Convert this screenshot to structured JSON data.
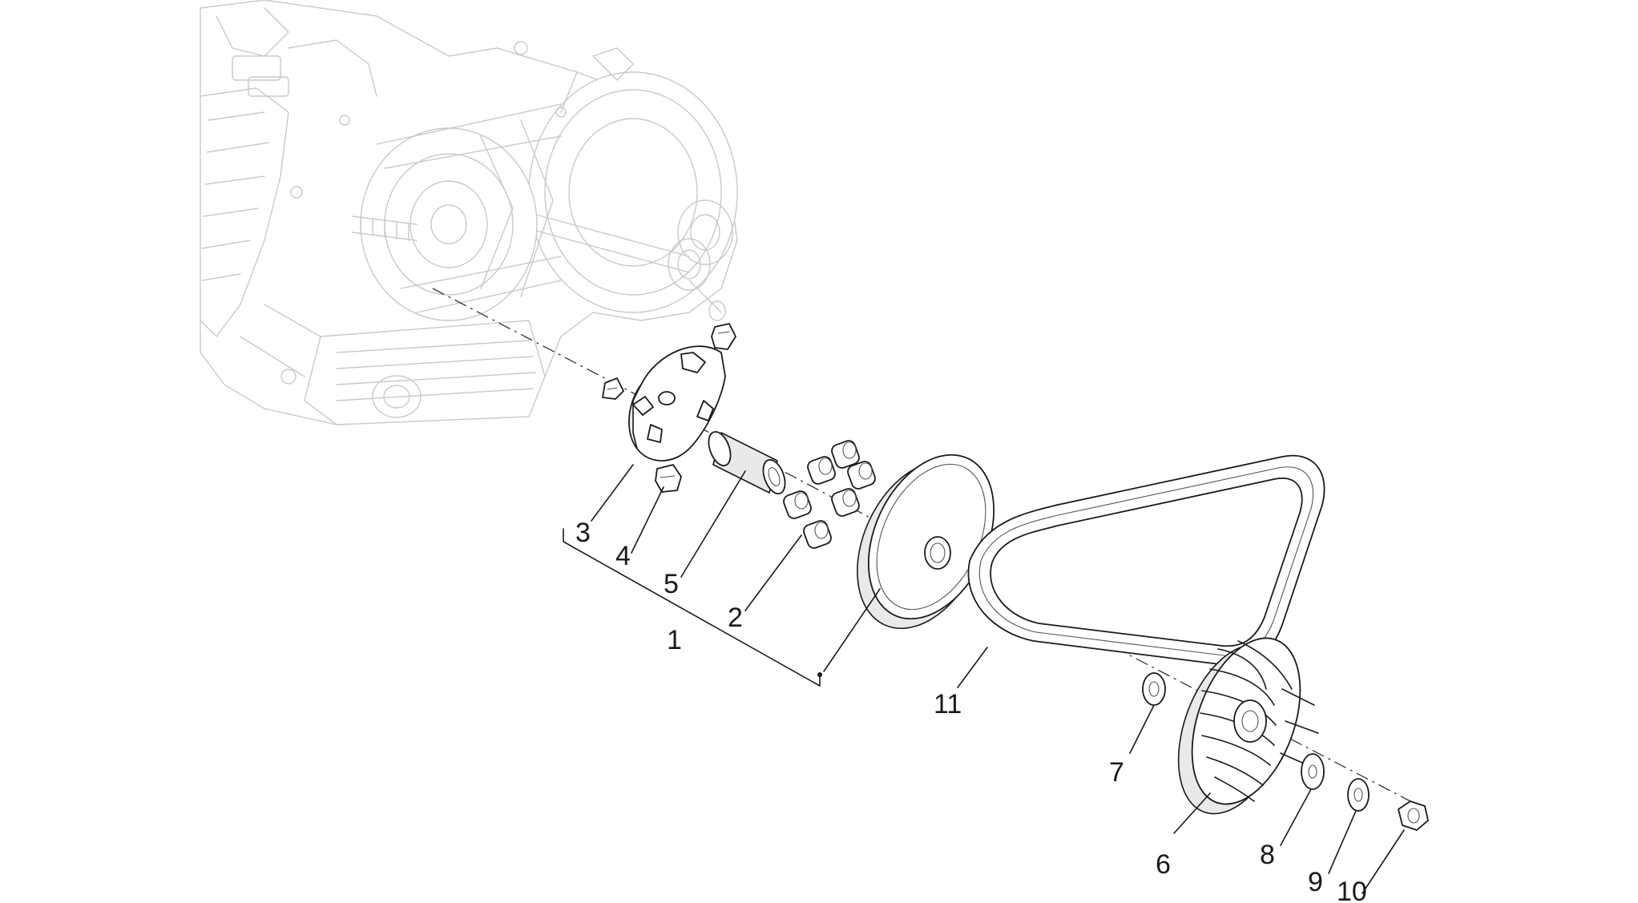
{
  "diagram": {
    "callouts": [
      {
        "id": "1",
        "label": "1"
      },
      {
        "id": "2",
        "label": "2"
      },
      {
        "id": "3",
        "label": "3"
      },
      {
        "id": "4",
        "label": "4"
      },
      {
        "id": "5",
        "label": "5"
      },
      {
        "id": "6",
        "label": "6"
      },
      {
        "id": "7",
        "label": "7"
      },
      {
        "id": "8",
        "label": "8"
      },
      {
        "id": "9",
        "label": "9"
      },
      {
        "id": "10",
        "label": "10"
      },
      {
        "id": "11",
        "label": "11"
      }
    ],
    "colors": {
      "line": "#1a1a1a",
      "engine": "#c9c9c9",
      "background": "#ffffff"
    }
  }
}
